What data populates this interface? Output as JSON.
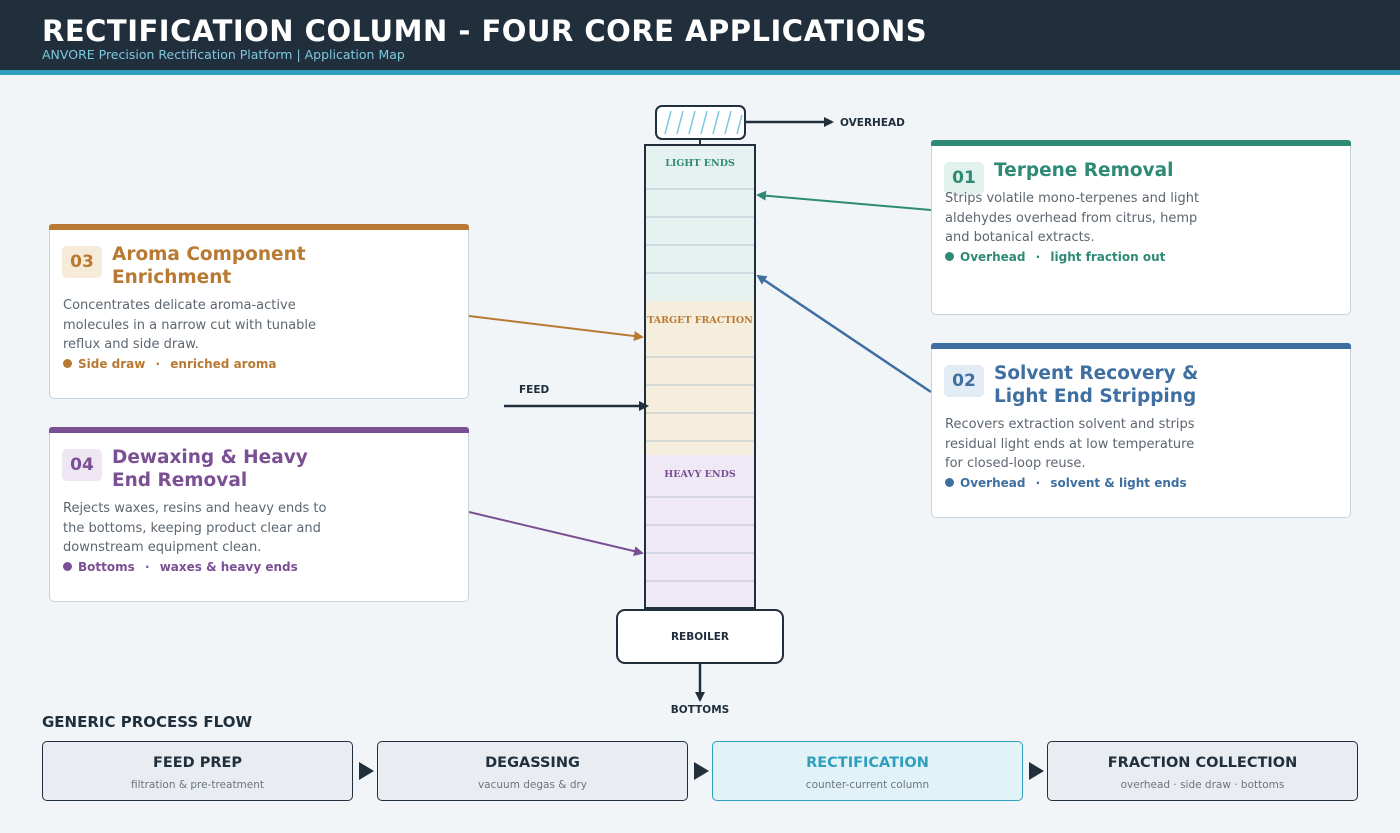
{
  "header": {
    "title": "RECTIFICATION COLUMN - FOUR CORE APPLICATIONS",
    "subtitle": "ANVORE Precision Rectification Platform  |  Application Map"
  },
  "colors": {
    "navy": "#212f3d",
    "accent": "#2f9fbd",
    "teal": "#2e8a74",
    "blue": "#3e6fa0",
    "orange": "#b87a33",
    "purple": "#7b4f93"
  },
  "column": {
    "overhead_label": "OVERHEAD",
    "feed_label": "FEED",
    "reboiler_label": "REBOILER",
    "bottoms_label": "BOTTOMS",
    "zones": {
      "light": "LIGHT ENDS",
      "target": "TARGET FRACTION",
      "heavy": "HEAVY ENDS"
    },
    "condenser_icon": "condenser-icon"
  },
  "cards": {
    "c01": {
      "number": "01",
      "title": "Terpene Removal",
      "description": "Strips volatile mono-terpenes and light aldehydes overhead from citrus, hemp and botanical extracts.",
      "tag_location": "Overhead",
      "tag_detail": "light fraction out",
      "sep": "·"
    },
    "c02": {
      "number": "02",
      "title": "Solvent Recovery & Light End Stripping",
      "description": "Recovers extraction solvent and strips residual light ends at low temperature for closed-loop reuse.",
      "tag_location": "Overhead",
      "tag_detail": "solvent & light ends",
      "sep": "·"
    },
    "c03": {
      "number": "03",
      "title": "Aroma Component Enrichment",
      "description": "Concentrates delicate aroma-active molecules in a narrow cut with tunable reflux and side draw.",
      "tag_location": "Side draw",
      "tag_detail": "enriched aroma",
      "sep": "·"
    },
    "c04": {
      "number": "04",
      "title": "Dewaxing & Heavy End Removal",
      "description": "Rejects waxes, resins and heavy ends to the bottoms, keeping product clear and downstream equipment clean.",
      "tag_location": "Bottoms",
      "tag_detail": "waxes & heavy ends",
      "sep": "·"
    }
  },
  "flow": {
    "title": "GENERIC PROCESS FLOW",
    "steps": [
      {
        "label": "FEED PREP",
        "sub": "filtration & pre-treatment"
      },
      {
        "label": "DEGASSING",
        "sub": "vacuum degas & dry"
      },
      {
        "label": "RECTIFICATION",
        "sub": "counter-current column",
        "active": true
      },
      {
        "label": "FRACTION COLLECTION",
        "sub": "overhead · side draw · bottoms"
      }
    ]
  }
}
